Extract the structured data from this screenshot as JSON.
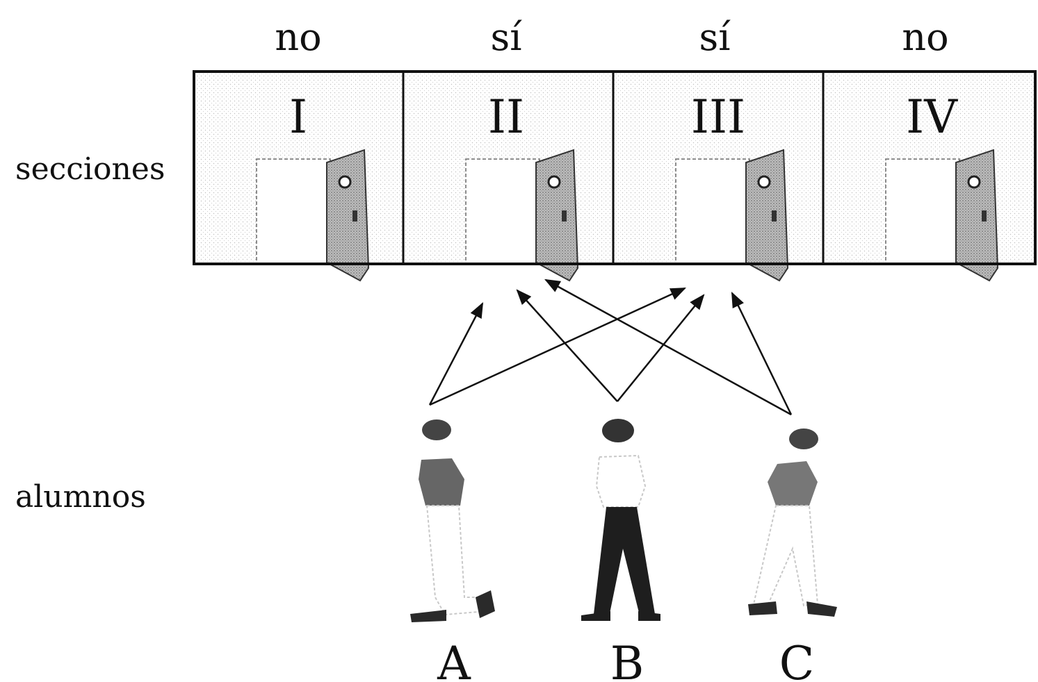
{
  "rows": {
    "sections_label": "secciones",
    "students_label": "alumnos"
  },
  "sections": [
    {
      "numeral": "I",
      "answer": "no"
    },
    {
      "numeral": "II",
      "answer": "sí"
    },
    {
      "numeral": "III",
      "answer": "sí"
    },
    {
      "numeral": "IV",
      "answer": "no"
    }
  ],
  "students": [
    {
      "label": "A",
      "targets": [
        "II",
        "III"
      ]
    },
    {
      "label": "B",
      "targets": [
        "II",
        "III"
      ]
    },
    {
      "label": "C",
      "targets": [
        "II",
        "III"
      ]
    }
  ],
  "colors": {
    "ink": "#111111",
    "door": "#9a9a9a",
    "shirt_dark": "#666666",
    "pants_dark": "#1e1e1e"
  }
}
